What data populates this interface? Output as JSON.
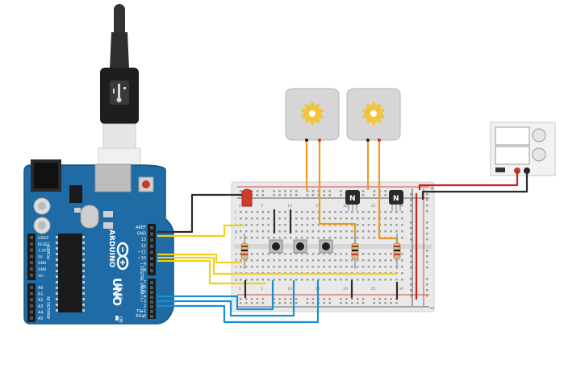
{
  "arduino": {
    "brand": "ARDUINO",
    "model": "UNO",
    "reset_label": "RESET",
    "tx_label": "TX",
    "rx_label": "RX",
    "on_label": "ON",
    "l_label": "L",
    "digital_label": "DIGITAL (PWM~)",
    "power_label": "POWER",
    "analog_label": "ANALOG IN",
    "header_top": [
      "AREF",
      "GND",
      "13",
      "12",
      "~11",
      "~10",
      "~9",
      "8"
    ],
    "header_bottom": [
      "7",
      "~6",
      "~5",
      "4",
      "~3",
      "2",
      "TX▸1",
      "RX◂0"
    ],
    "power_pins": [
      "IOREF",
      "RESET",
      "3.3V",
      "5V",
      "GND",
      "GND",
      "Vin"
    ],
    "analog_pins": [
      "A0",
      "A1",
      "A2",
      "A3",
      "A4",
      "A5"
    ]
  },
  "breadboard": {
    "row_letters_top": [
      "j",
      "i",
      "h",
      "g",
      "f"
    ],
    "row_letters_bottom": [
      "e",
      "d",
      "c",
      "b",
      "a"
    ],
    "column_numbers": [
      "1",
      "5",
      "10",
      "15",
      "20",
      "25",
      "30"
    ],
    "plus": "+",
    "minus": "−"
  },
  "transistor": {
    "label": "N"
  },
  "colors": {
    "board": "#1f6ba6",
    "wire_black": "#2b2b2b",
    "wire_red": "#cc1f1f",
    "wire_yellow": "#f2d019",
    "wire_blue": "#1a8fd0",
    "wire_orange": "#ef9a1d",
    "motor_body": "#d6d6d6",
    "gear": "#f4c43d"
  }
}
